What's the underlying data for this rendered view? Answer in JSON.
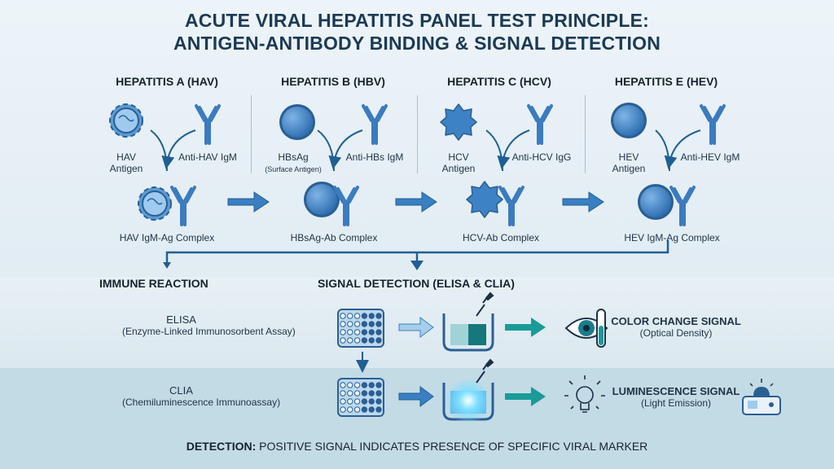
{
  "title": {
    "line1": "ACUTE VIRAL HEPATITIS PANEL TEST PRINCIPLE:",
    "line2": "ANTIGEN-ANTIBODY BINDING & SIGNAL DETECTION"
  },
  "columns": [
    {
      "header": "HEPATITIS A (HAV)",
      "antigen": "HAV",
      "antigen2": "Antigen",
      "antibody": "Anti-HAV IgM",
      "complex": "HAV IgM-Ag Complex"
    },
    {
      "header": "HEPATITIS B (HBV)",
      "antigen": "HBsAg",
      "antigen2": "(Surface Antigen)",
      "antibody": "Anti-HBs IgM",
      "complex": "HBsAg-Ab Complex"
    },
    {
      "header": "HEPATITIS C (HCV)",
      "antigen": "HCV",
      "antigen2": "Antigen",
      "antibody": "Anti-HCV IgG",
      "complex": "HCV-Ab Complex"
    },
    {
      "header": "HEPATITIS E (HEV)",
      "antigen": "HEV",
      "antigen2": "Antigen",
      "antibody": "Anti-HEV IgM",
      "complex": "HEV IgM-Ag Complex"
    }
  ],
  "sections": {
    "immune": "IMMUNE REACTION",
    "signal": "SIGNAL DETECTION (ELISA & CLIA)"
  },
  "elisa": {
    "name": "ELISA",
    "full": "(Enzyme-Linked Immunosorbent Assay)",
    "signal": "COLOR CHANGE SIGNAL",
    "signal_sub": "(Optical Density)"
  },
  "clia": {
    "name": "CLIA",
    "full": "(Chemiluminescence Immunoassay)",
    "signal": "LUMINESCENCE SIGNAL",
    "signal_sub": "(Light Emission)"
  },
  "footer": {
    "bold": "DETECTION:",
    "text": " POSITIVE SIGNAL INDICATES PRESENCE OF SPECIFIC VIRAL MARKER"
  },
  "colors": {
    "blue": "#3a7fc1",
    "dark": "#1f5f94",
    "teal": "#1a9a98"
  }
}
